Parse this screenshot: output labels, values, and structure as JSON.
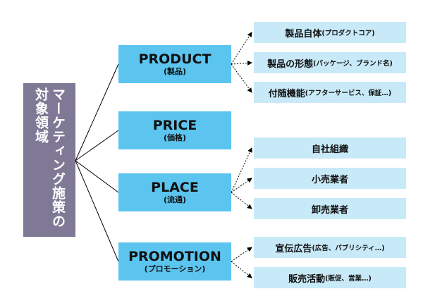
{
  "root": {
    "label": "マーケティング施策の対象領域"
  },
  "nodes": [
    {
      "title": "PRODUCT",
      "subtitle": "(製品)",
      "children": [
        {
          "main": "製品自体",
          "note": "(プロダクトコア)"
        },
        {
          "main": "製品の形態",
          "note": "(パッケージ、ブランド名)"
        },
        {
          "main": "付随機能",
          "note": "(アフターサービス、保証…)"
        }
      ]
    },
    {
      "title": "PRICE",
      "subtitle": "(価格)",
      "children": []
    },
    {
      "title": "PLACE",
      "subtitle": "(流通)",
      "children": [
        {
          "main": "自社組織",
          "note": ""
        },
        {
          "main": "小売業者",
          "note": ""
        },
        {
          "main": "卸売業者",
          "note": ""
        }
      ]
    },
    {
      "title": "PROMOTION",
      "subtitle": "(プロモーション)",
      "children": [
        {
          "main": "宣伝広告",
          "note": "(広告、パブリシティ…)"
        },
        {
          "main": "販売活動",
          "note": "(販促、営業…)"
        }
      ]
    }
  ],
  "colors": {
    "root_fill": "#7f7996",
    "node_fill": "#5bc5ef",
    "leaf_fill": "#c8e9f8",
    "line": "#000000"
  }
}
